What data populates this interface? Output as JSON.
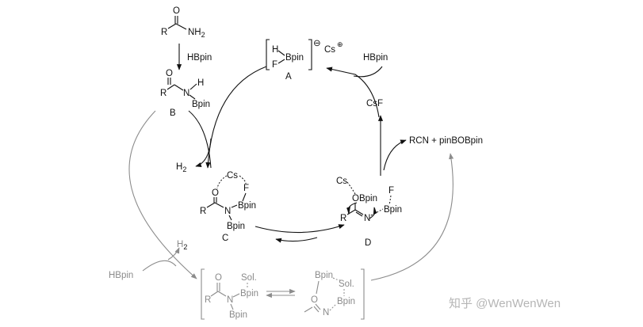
{
  "labels": {
    "amide_r": "R",
    "amide_o": "O",
    "amide_nh2": "NH",
    "amide_nh2_sub": "2",
    "reagent_hbpin_top": "HBpin",
    "b_r": "R",
    "b_o": "O",
    "b_n": "N",
    "b_h": "H",
    "b_bpin": "Bpin",
    "compound_b": "B",
    "a_h": "H",
    "a_f": "F",
    "a_bpin": "Bpin",
    "a_charge": "⊖",
    "a_cs": "Cs",
    "a_cs_charge": "⊕",
    "compound_a": "A",
    "hbpin_right": "HBpin",
    "csf": "CsF",
    "products": "RCN  +  pinBOBpin",
    "h2_main": "H",
    "h2_main_sub": "2",
    "c_cs": "Cs",
    "c_f": "F",
    "c_o": "O",
    "c_r": "R",
    "c_n": "N",
    "c_bpin1": "Bpin",
    "c_bpin2": "Bpin",
    "compound_c": "C",
    "d_cs": "Cs",
    "d_obpin": "OBpin",
    "d_f": "F",
    "d_r": "R",
    "d_n": "N",
    "d_bpin": "Bpin",
    "compound_d": "D",
    "h2_gray": "H",
    "h2_gray_sub": "2",
    "hbpin_gray": "HBpin",
    "g1_o": "O",
    "g1_r": "R",
    "g1_n": "N",
    "g1_sol": "Sol.",
    "g1_bpin1": "Bpin",
    "g1_bpin2": "Bpin",
    "g2_bpin1": "Bpin",
    "g2_sol": "Sol.",
    "g2_o": "O",
    "g2_n": "N",
    "g2_bpin2": "Bpin",
    "watermark": "知乎 @WenWenWen"
  }
}
